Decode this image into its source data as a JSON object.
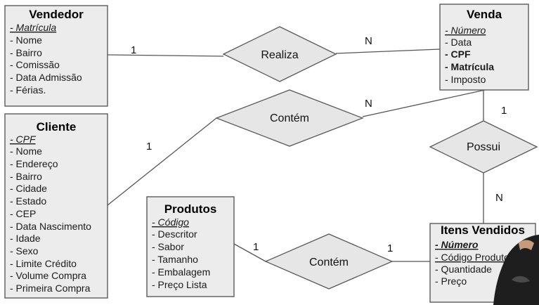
{
  "colors": {
    "foreign_key": "#b01e1e",
    "entity_fill": "#ececec",
    "relationship_fill": "#e6e6e6"
  },
  "entities": {
    "vendedor": {
      "title": "Vendedor",
      "attributes": [
        "- Matrícula",
        "- Nome",
        "- Bairro",
        "- Comissão",
        "- Data Admissão",
        "- Férias."
      ]
    },
    "venda": {
      "title": "Venda",
      "attributes": [
        "- Número",
        "- Data",
        "- CPF",
        "- Matrícula",
        "- Imposto"
      ]
    },
    "cliente": {
      "title": "Cliente",
      "attributes": [
        "- CPF",
        "- Nome",
        "- Endereço",
        "- Bairro",
        "- Cidade",
        "- Estado",
        "- CEP",
        "- Data Nascimento",
        "- Idade",
        "- Sexo",
        "- Limite Crédito",
        "- Volume Compra",
        "- Primeira Compra"
      ]
    },
    "produtos": {
      "title": "Produtos",
      "attributes": [
        "- Código",
        "- Descritor",
        "- Sabor",
        "- Tamanho",
        "- Embalagem",
        "- Preço Lista"
      ]
    },
    "itens": {
      "title": "Itens Vendidos",
      "attributes": [
        "- Número",
        "- Código Produto",
        "- Quantidade",
        "- Preço"
      ]
    }
  },
  "relationships": {
    "realiza": {
      "label": "Realiza",
      "card_a": "1",
      "card_b": "N"
    },
    "contem_cliente": {
      "label": "Contém",
      "card_a": "1",
      "card_b": "N"
    },
    "possui": {
      "label": "Possui",
      "card_a": "1",
      "card_b": "N"
    },
    "contem_produto": {
      "label": "Contém",
      "card_a": "1",
      "card_b": "1"
    }
  }
}
